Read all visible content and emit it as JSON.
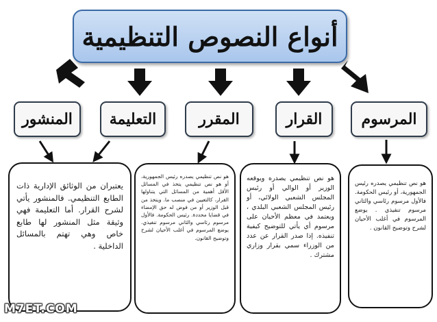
{
  "title": "أنواع النصوص التنظيمية",
  "categories": [
    {
      "label": "المرسوم",
      "description": "هو نص تنظيمي يصدره رئيس الجمهورية، أو رئيس الحكومة. فالأول مرسوم رئاسي والثاني مرسوم تنفيذي . يوضع المرسوم في أغلب الأحيان لشرح وتوضيح القانون ."
    },
    {
      "label": "القرار",
      "description": "هو نص تنظيمي يصدره ويوقعه الوزير أو الوالي أو رئيس المجلس الشعبي الولائي، أو رئيس المجلس الشعبي البلدي ، ويعتمد في معظم الأحيان على مرسوم أي يأتي للتوضيح كيفية تنفيذه. إذا صدر القرار عن عدد من الوزراء سمي بقرار وزاري مشترك ."
    },
    {
      "label": "المقرر",
      "description": "هو نص تنظيمي يصدره رئيس الجمهورية، أو هو نص تنظيمي يتخذ في المسائل الأقل أهمية من المسائل التي يتناولها القرار، كالتعيين في منصب ما. ويتخذ من قبل الوزير أو من فوض له حق الإمضاء في قضايا محددة. رئيس الحكومة. فالأول مرسوم رئاسي والثاني مرسوم تنفيذي. يوضع المرسوم في أغلب الأحيان لشرح وتوضيح القانون."
    },
    {
      "label": "التعليمة",
      "description": null
    },
    {
      "label": "المنشور",
      "description": "يعتبران من الوثائق الإدارية ذات الطابع التنظيمي. فالمنشور يأتي لشرح القرار. أما التعليمة فهي وثيقة مثل المنشور لها طابع خاص وهي تهتم بالمسائل الداخلية ."
    }
  ],
  "watermark": "M7ET.COM"
}
